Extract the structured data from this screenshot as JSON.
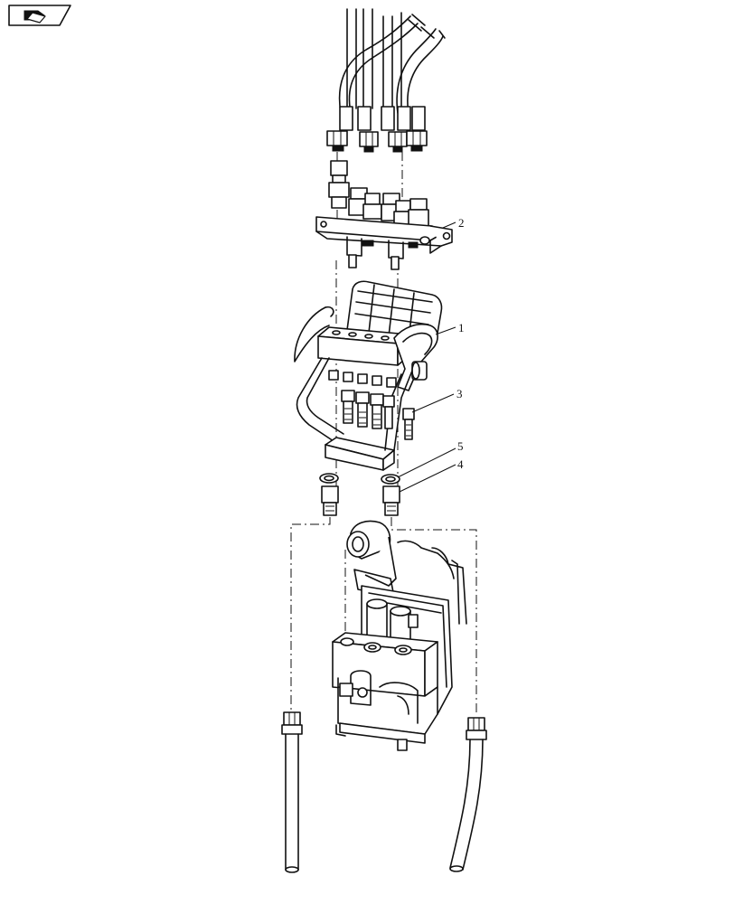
{
  "diagram": {
    "icon": "nav-arrow-icon",
    "callouts": [
      {
        "id": "callout-2",
        "text": "2"
      },
      {
        "id": "callout-1",
        "text": "1"
      },
      {
        "id": "callout-3",
        "text": "3"
      },
      {
        "id": "callout-5",
        "text": "5"
      },
      {
        "id": "callout-4",
        "text": "4"
      }
    ],
    "colors": {
      "line": "#111111",
      "background": "#ffffff"
    }
  }
}
